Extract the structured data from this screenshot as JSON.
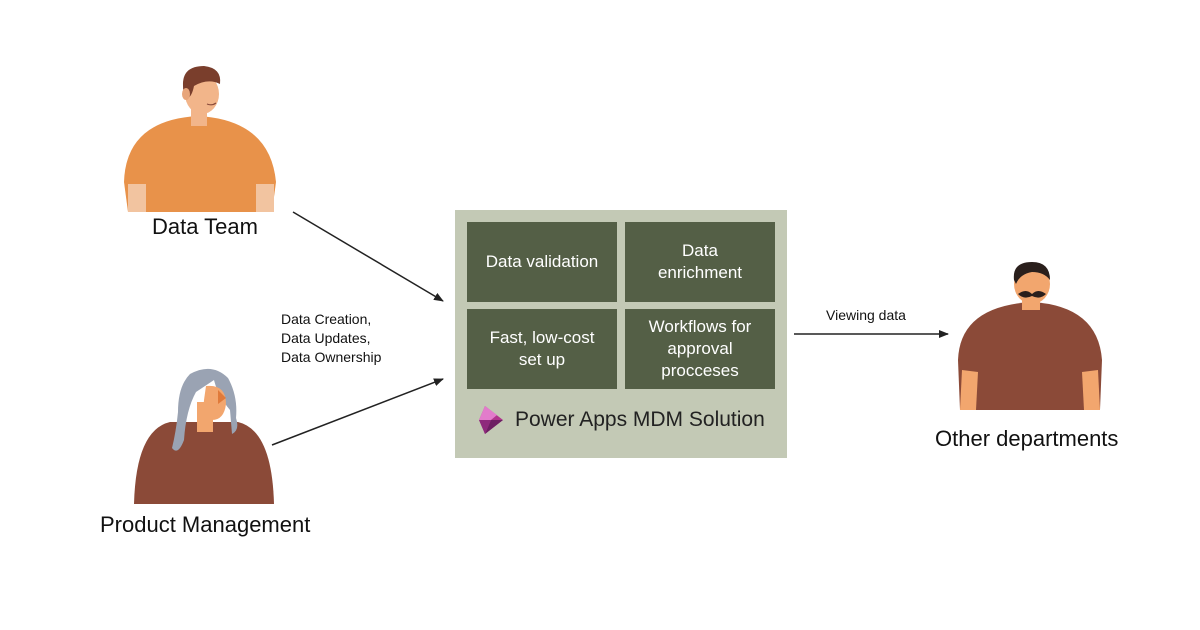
{
  "actors": {
    "data_team": "Data Team",
    "product_management": "Product Management",
    "other_departments": "Other departments"
  },
  "flows": {
    "inbound_label_lines": [
      "Data Creation,",
      "Data Updates,",
      "Data Ownership"
    ],
    "outbound_label": "Viewing data"
  },
  "solution": {
    "name": "Power Apps MDM Solution",
    "logo_icon": "power-apps-logo-icon",
    "features": [
      "Data validation",
      "Data\nenrichment",
      "Fast, low-cost\nset up",
      "Workflows for\napproval\nprocceses"
    ]
  },
  "colors": {
    "panel": "#c3c9b5",
    "tile": "#545f46",
    "data_team_shirt": "#e8924a",
    "brown_shirt": "#8b4a38",
    "skin": "#f2a66e",
    "gray_hair": "#9aa3b3"
  }
}
